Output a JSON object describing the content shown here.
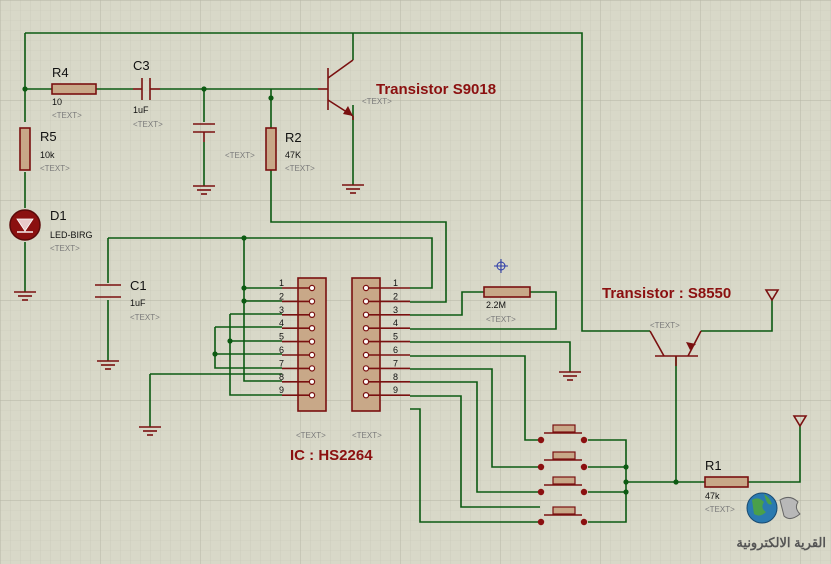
{
  "placeholder": "<TEXT>",
  "components": {
    "r4": {
      "ref": "R4",
      "value": "10"
    },
    "c3": {
      "ref": "C3",
      "value": "1uF"
    },
    "r5": {
      "ref": "R5",
      "value": "10k"
    },
    "d1": {
      "ref": "D1",
      "value": "LED-BIRG"
    },
    "r2": {
      "ref": "R2",
      "value": "47K"
    },
    "c1": {
      "ref": "C1",
      "value": "1uF"
    },
    "r22": {
      "value": "2.2M"
    },
    "r1": {
      "ref": "R1",
      "value": "47k"
    }
  },
  "labels": {
    "t1": "Transistor S9018",
    "t2": "Transistor : S8550",
    "ic": "IC : HS2264"
  },
  "pins": [
    "1",
    "2",
    "3",
    "4",
    "5",
    "6",
    "7",
    "8",
    "9"
  ],
  "watermark": "القرية الالكترونية",
  "colors": {
    "wire": "#0c5a12",
    "component": "#7a1010",
    "label": "#8b1010"
  }
}
